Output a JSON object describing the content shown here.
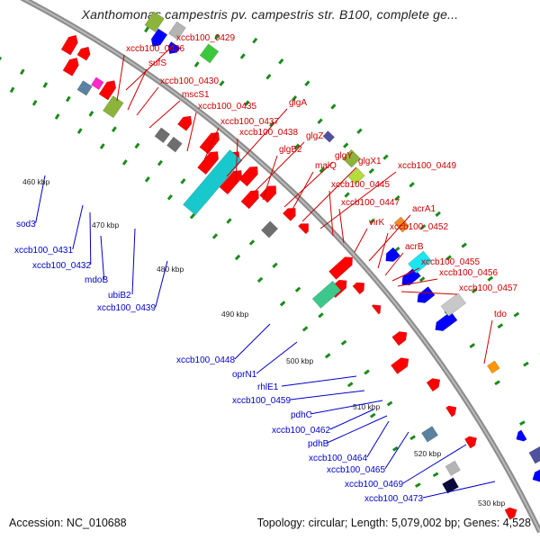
{
  "title": "Xanthomonas campestris pv. campestris str. B100, complete ge...",
  "footer": {
    "accession": "Accession: NC_010688",
    "summary": "Topology: circular; Length: 5,079,002 bp; Genes: 4,528"
  },
  "colors": {
    "forward_label": "#cc0000",
    "reverse_label": "#0000cc",
    "forward_gene": "#ff0000",
    "reverse_gene": "#0000ff",
    "backbone": "#8c8c8c"
  },
  "scale_ticks": [
    "460 kbp",
    "470 kbp",
    "480 kbp",
    "490 kbp",
    "500 kbp",
    "510 kbp",
    "520 kbp",
    "530 kbp"
  ],
  "forward_labels": [
    "xccb100_0429",
    "xccb100_0426",
    "sufS",
    "xccb100_0430",
    "mscS1",
    "xccb100_0435",
    "xccb100_0437",
    "glgA",
    "xccb100_0438",
    "glgZ",
    "glgB2",
    "glgY",
    "malQ",
    "glgX1",
    "xccb100_0449",
    "xccb100_0445",
    "xccb100_0447",
    "virK",
    "acrA1",
    "xccb100_0452",
    "acrB",
    "xccb100_0455",
    "xccb100_0456",
    "xccb100_0457",
    "tdo"
  ],
  "reverse_labels": [
    "sod3",
    "xccb100_0431",
    "xccb100_0432",
    "mdoB",
    "ubiB2",
    "xccb100_0439",
    "xccb100_0448",
    "oprN1",
    "rhlE1",
    "xccb100_0459",
    "pdhC",
    "xccb100_0462",
    "pdhB",
    "xccb100_0464",
    "xccb100_0465",
    "xccb100_0469",
    "xccb100_0473"
  ]
}
